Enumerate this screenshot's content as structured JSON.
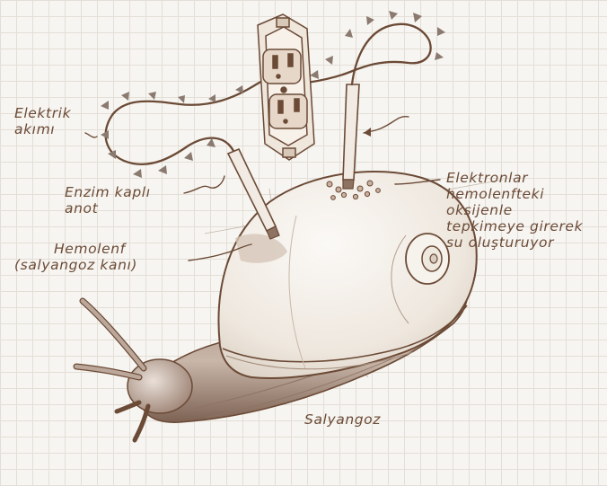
{
  "colors": {
    "ink": "#6b4a36",
    "shell_fill": "#f4f0ea",
    "body_fill": "#c9b6a8",
    "body_shadow": "#8e7363",
    "arrow": "#8a7a70",
    "grid": "#e3ded6",
    "paper": "#f7f5f1"
  },
  "labels": {
    "electric_current": [
      "Elektrik",
      "akımı"
    ],
    "enzyme_anode": [
      "Enzim kaplı",
      "anot"
    ],
    "hemolymph": [
      "Hemolenf",
      "(salyangoz kanı)"
    ],
    "electrons": [
      "Elektronlar",
      "hemolenfteki",
      "oksijenle",
      "tepkimeye girerek",
      "su oluşturuyor"
    ],
    "snail": "Salyangoz"
  },
  "icons": [
    "power-outlet-icon",
    "current-arrow-icon",
    "electrode-icon"
  ]
}
